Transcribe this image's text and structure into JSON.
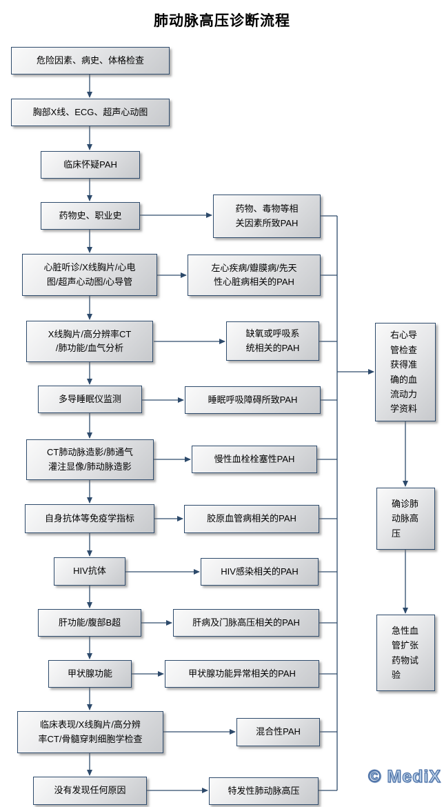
{
  "title": "肺动脉高压诊断流程",
  "watermark": "© MediX",
  "flow": {
    "steps": [
      {
        "label": "危险因素、病史、体格检查"
      },
      {
        "label": "胸部X线、ECG、超声心动图"
      },
      {
        "label": "临床怀疑PAH"
      },
      {
        "label": "药物史、职业史"
      },
      {
        "label": "心脏听诊/X线胸片/心电\n图/超声心动图/心导管"
      },
      {
        "label": "X线胸片/高分辨率CT\n/肺功能/血气分析"
      },
      {
        "label": "多导睡眠仪监测"
      },
      {
        "label": "CT肺动脉造影/肺通气\n灌注显像/肺动脉造影"
      },
      {
        "label": "自身抗体等免疫学指标"
      },
      {
        "label": "HIV抗体"
      },
      {
        "label": "肝功能/腹部B超"
      },
      {
        "label": "甲状腺功能"
      },
      {
        "label": "临床表现/X线胸片/高分辨\n率CT/骨髓穿刺细胞学检查"
      },
      {
        "label": "没有发现任何原因"
      }
    ],
    "outcomes": [
      {
        "label": "药物、毒物等相\n关因素所致PAH"
      },
      {
        "label": "左心疾病/瓣膜病/先天\n性心脏病相关的PAH"
      },
      {
        "label": "缺氧或呼吸系\n统相关的PAH"
      },
      {
        "label": "睡眠呼吸障碍所致PAH"
      },
      {
        "label": "慢性血栓栓塞性PAH"
      },
      {
        "label": "胶原血管病相关的PAH"
      },
      {
        "label": "HIV感染相关的PAH"
      },
      {
        "label": "肝病及门脉高压相关的PAH"
      },
      {
        "label": "甲状腺功能异常相关的PAH"
      },
      {
        "label": "混合性PAH"
      },
      {
        "label": "特发性肺动脉高压"
      }
    ],
    "right": [
      {
        "label": "右心导\n管检查\n获得准\n确的血\n流动力\n学资料"
      },
      {
        "label": "确诊肺\n动脉高\n压"
      },
      {
        "label": "急性血\n管扩张\n药物试\n验"
      }
    ]
  }
}
